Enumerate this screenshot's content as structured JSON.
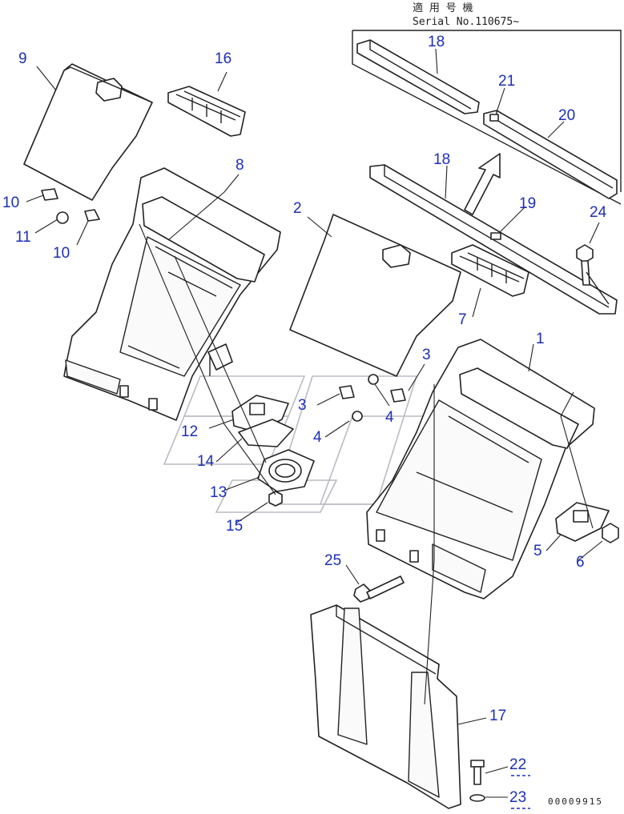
{
  "header": {
    "applicable_model_label": "適 用 号 機",
    "serial_label": "Serial No.110675~"
  },
  "callouts": {
    "c1": "1",
    "c2": "2",
    "c3a": "3",
    "c3b": "3",
    "c4a": "4",
    "c4b": "4",
    "c5": "5",
    "c6": "6",
    "c7": "7",
    "c8": "8",
    "c9": "9",
    "c10a": "10",
    "c10b": "10",
    "c11": "11",
    "c12": "12",
    "c13": "13",
    "c14": "14",
    "c15": "15",
    "c16": "16",
    "c17": "17",
    "c18a": "18",
    "c18b": "18",
    "c19": "19",
    "c20": "20",
    "c21": "21",
    "c22": "22",
    "c23": "23",
    "c24": "24",
    "c25": "25"
  },
  "footer": {
    "drawing_number": "00009915"
  }
}
